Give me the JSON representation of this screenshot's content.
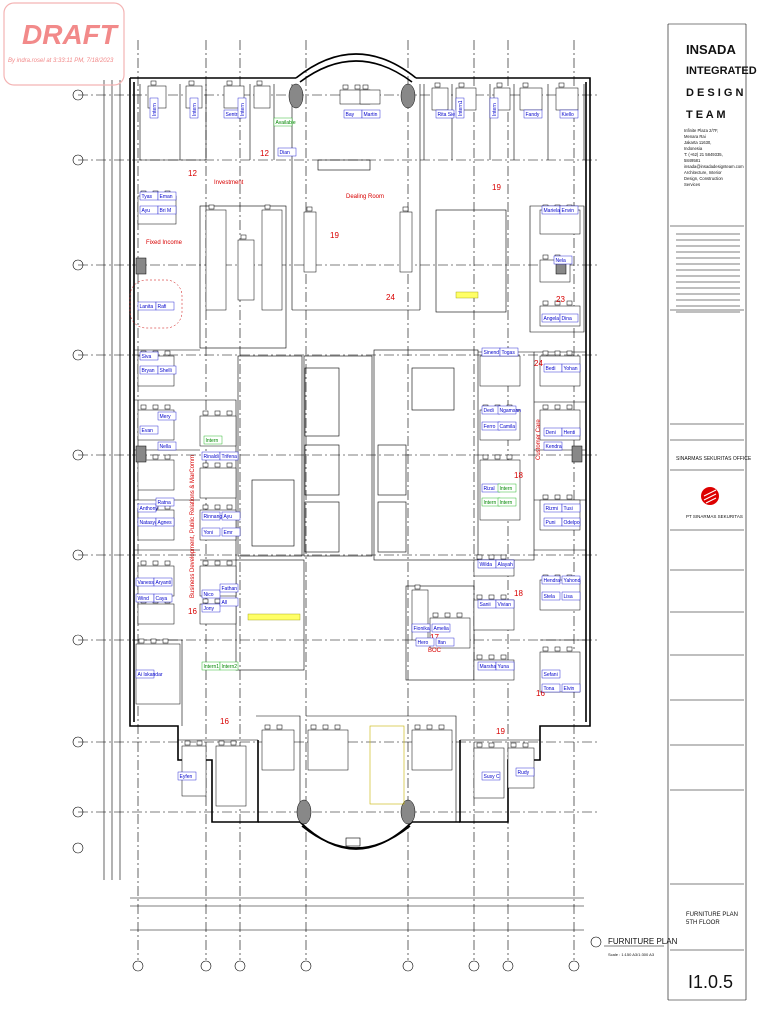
{
  "watermark": {
    "title": "DRAFT",
    "subtitle": "By indra.rosel at 3:33:11 PM, 7/18/2023"
  },
  "title_block": {
    "firm_line1": "INSADA",
    "firm_line2": "INTEGRATED",
    "firm_line3": "D E S I G N",
    "firm_line4": "T E A M",
    "address": [
      "Infinite Plaza 2/7F,",
      "Menara Rai",
      "Jakarta 11630,",
      "Indonesia",
      "T: (+62) 21 5849335,",
      "5849581",
      "insada@insadadesignteam.com",
      "Architecture, Interior",
      "Design, Construction",
      "Services"
    ],
    "project": "SINARMAS SEKURITAS OFFICE",
    "client": "PT SINARMAS SEKURITAS",
    "sheet_title_1": "FURNITURE PLAN",
    "sheet_title_2": "5TH FLOOR",
    "sheet_number": "I1.0.5",
    "drawing_label": "FURNITURE PLAN",
    "scale_text": "Scale : 1:150 A3/1:300 A3"
  },
  "rooms": {
    "investment": "Investment",
    "dealing_room": "Dealing Room",
    "fixed_income": "Fixed Income",
    "customer_care": "Customer Care",
    "bizdev": "Business Development, Public Relations & MarComm",
    "boc": "BOC"
  },
  "zone_numbers": {
    "z1": "12",
    "z2": "12",
    "z3": "19",
    "z4": "19",
    "z5": "24",
    "z6": "23",
    "z7": "24",
    "z8": "18",
    "z9": "18",
    "z10": "16",
    "z11": "16",
    "z12": "17",
    "z13": "19",
    "z14": "16"
  },
  "names": {
    "dian": "Dian",
    "bay": "Bay",
    "martin": "Martin",
    "fandy": "Fandy",
    "kiello": "Kiello",
    "rita": "Rita Sie",
    "sentra": "Sentra",
    "tyas": "Tyas",
    "eman": "Eman",
    "ayu": "Ayu",
    "bm": "Bri M",
    "lanita": "Lanita",
    "rafi": "Rafi",
    "mariela": "Mariela",
    "envin": "Envin",
    "angela": "Angela",
    "dina": "Dina",
    "nela": "Nela",
    "siva": "Siva",
    "bryan": "Bryan",
    "shelli": "Shelli",
    "sinend": "Sinend",
    "togas": "Togas",
    "bedi": "Bedi",
    "yohan": "Yohan",
    "dedi": "Dedi",
    "ngamsan": "Ngamsan",
    "ferro": "Ferro",
    "camila": "Camila",
    "deni": "Deni",
    "henti": "Henti",
    "kendra": "Kendra",
    "evan": "Evan",
    "mery": "Mery",
    "nella": "Nella",
    "anthony": "Anthony",
    "ratna": "Ratna",
    "natasya": "Natasya",
    "agnes": "Agnes",
    "rizal": "Rizal",
    "rinnang": "Rinnang",
    "ayu2": "Ayu",
    "yoni": "Yoni",
    "emr": "Emr",
    "rinaldi": "Rinaldi",
    "trifena": "Trifena",
    "vanessa": "Vanessa",
    "aryanti": "Aryanti",
    "wind": "Wind",
    "caya": "Caya",
    "nico": "Nico",
    "fathan": "Fathan",
    "jony": "Jony",
    "all": "All",
    "wilda": "Wilda",
    "alayah": "Alayah",
    "hendra": "Hendra",
    "yahond": "Yahond",
    "sanii": "Sanii",
    "vivian": "Vivian",
    "stela": "Stela",
    "lisa": "Lisa",
    "fionika": "Fionika",
    "amelia": "Amelia",
    "hero": "Hero",
    "ifan": "Ifan",
    "marsha": "Marsha",
    "yuna": "Yuna",
    "sefani": "Sefani",
    "tona": "Tona",
    "elvin": "Elvin",
    "ai_iskandar": "Ai Iskandar",
    "eyfen": "Eyfen",
    "susy": "Susy C",
    "rudy": "Rudy",
    "intern1": "Intern1",
    "intern2": "Intern2",
    "intern_a": "Intern",
    "intern_b": "Intern",
    "intern_c": "Intern",
    "intern_d": "Intern",
    "available": "Available",
    "puni": "Puni",
    "odelpo": "Odelpo",
    "tusi": "Tusi",
    "rizmi": "Rizmi"
  },
  "chart_data": []
}
